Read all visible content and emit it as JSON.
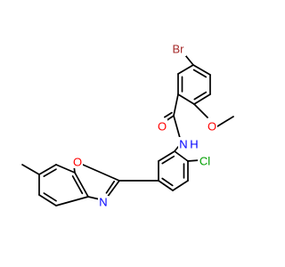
{
  "colors": {
    "background": "#ffffff",
    "bond": "#000000",
    "Br": "#a52a2a",
    "O": "#ff0000",
    "N": "#0000ff",
    "Cl": "#00a000"
  },
  "molecule": {
    "atom_labels": {
      "br": "Br",
      "o_carbonyl": "O",
      "o_methoxy": "O",
      "nh": "N",
      "nh_h": "H",
      "cl": "Cl",
      "o_oxazole": "O",
      "n_oxazole": "N"
    }
  }
}
